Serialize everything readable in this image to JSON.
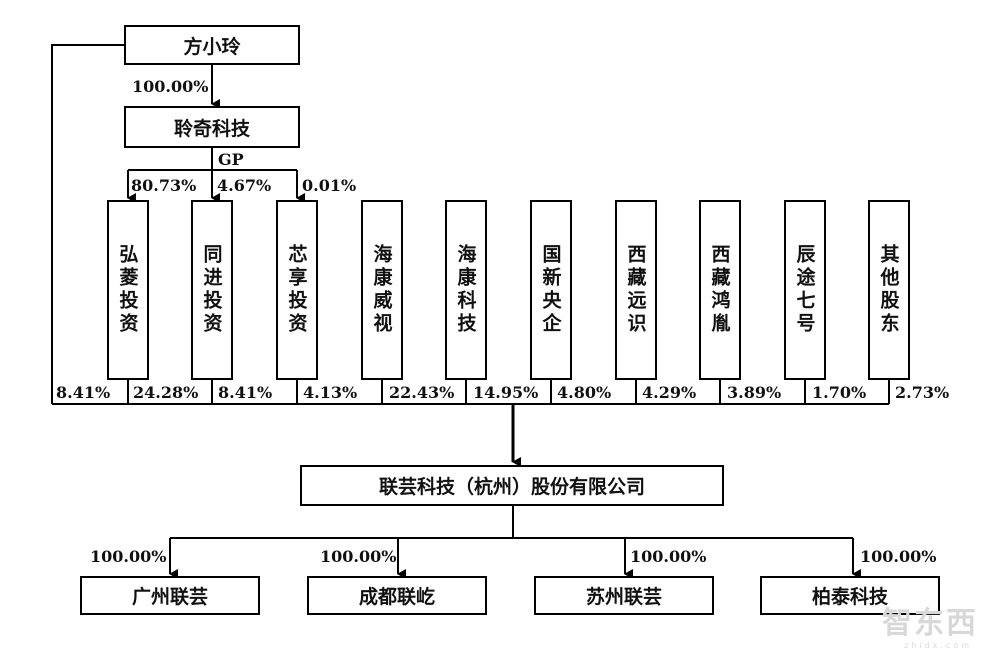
{
  "top_person": "方小玲",
  "top_to_gp_pct": "100.00%",
  "gp_name": "聆奇科技",
  "gp_label": "GP",
  "funds": [
    {
      "name": "弘菱投资",
      "gp_pct": "80.73%",
      "stake": "24.28%"
    },
    {
      "name": "同进投资",
      "gp_pct": "4.67%",
      "stake": "8.41%"
    },
    {
      "name": "芯享投资",
      "gp_pct": "0.01%",
      "stake": "4.13%"
    }
  ],
  "direct_person_stake": "8.41%",
  "other_holders": [
    {
      "name": "海康威视",
      "stake": "22.43%"
    },
    {
      "name": "海康科技",
      "stake": "14.95%"
    },
    {
      "name": "国新央企",
      "stake": "4.80%"
    },
    {
      "name": "西藏远识",
      "stake": "4.29%"
    },
    {
      "name": "西藏鸿胤",
      "stake": "3.89%"
    },
    {
      "name": "辰途七号",
      "stake": "1.70%"
    },
    {
      "name": "其他股东",
      "stake": "2.73%"
    }
  ],
  "company": "联芸科技（杭州）股份有限公司",
  "subsidiaries": [
    {
      "name": "广州联芸",
      "pct": "100.00%"
    },
    {
      "name": "成都联屹",
      "pct": "100.00%"
    },
    {
      "name": "苏州联芸",
      "pct": "100.00%"
    },
    {
      "name": "柏泰科技",
      "pct": "100.00%"
    }
  ],
  "watermark": "智东西",
  "watermark_sub": "zhidx.com"
}
